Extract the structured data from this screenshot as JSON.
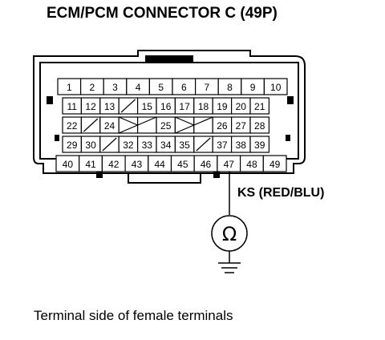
{
  "title": "ECM/PCM CONNECTOR C (49P)",
  "wire_label": "KS (RED/BLU)",
  "meter_symbol": "Ω",
  "caption": "Terminal side of female terminals",
  "connector": {
    "rows": [
      [
        "1",
        "2",
        "3",
        "4",
        "5",
        "6",
        "7",
        "8",
        "9",
        "10"
      ],
      [
        "11",
        "12",
        "13",
        "",
        "15",
        "16",
        "17",
        "18",
        "19",
        "20",
        "21"
      ],
      [
        "22",
        "",
        "24",
        "",
        "",
        "25",
        "",
        "",
        "26",
        "27",
        "28"
      ],
      [
        "29",
        "30",
        "",
        "32",
        "33",
        "34",
        "35",
        "",
        "37",
        "38",
        "39"
      ],
      [
        "40",
        "41",
        "42",
        "43",
        "44",
        "45",
        "46",
        "47",
        "48",
        "49"
      ]
    ],
    "probed_terminal": "47"
  }
}
